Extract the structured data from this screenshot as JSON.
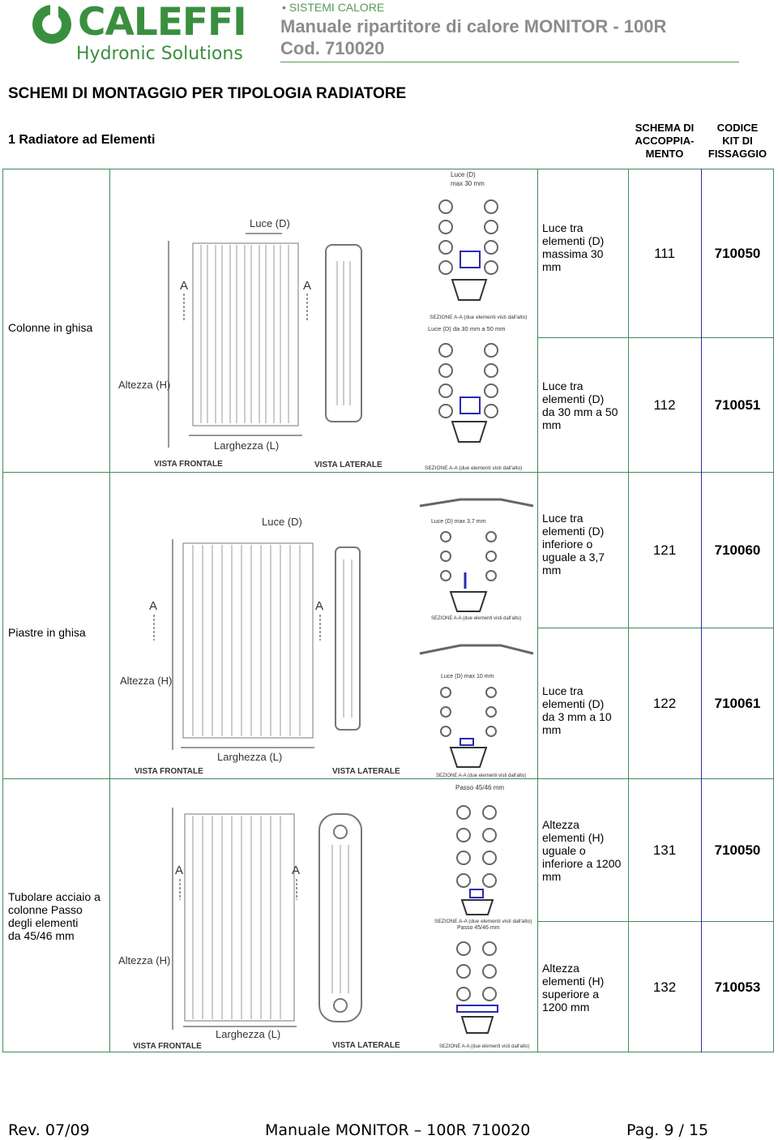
{
  "header": {
    "brand": "CALEFFI",
    "brand_sub": "Hydronic Solutions",
    "section": "• SISTEMI CALORE",
    "title": "Manuale ripartitore di calore MONITOR - 100R",
    "code": "Cod. 710020"
  },
  "page_title": "SCHEMI DI MONTAGGIO PER TIPOLOGIA RADIATORE",
  "section_title": "1  Radiatore ad Elementi",
  "columns": {
    "schema": [
      "SCHEMA DI",
      "ACCOPPIA-",
      "MENTO"
    ],
    "codice": [
      "CODICE",
      "KIT DI",
      "FISSAGGIO"
    ]
  },
  "groups": [
    {
      "label": "Colonne in ghisa"
    },
    {
      "label": "Piastre in ghisa"
    },
    {
      "label": [
        "Tubolare acciaio a",
        "colonne Passo",
        "degli elementi",
        "da 45/46 mm"
      ]
    }
  ],
  "rows": [
    {
      "desc": [
        "Luce tra",
        "elementi (D)",
        "massima 30",
        "mm"
      ],
      "schema": "111",
      "codice": "710050"
    },
    {
      "desc": [
        "Luce tra",
        "elementi (D)",
        "da 30 mm a 50",
        "mm"
      ],
      "schema": "112",
      "codice": "710051"
    },
    {
      "desc": [
        "Luce tra",
        "elementi (D)",
        "inferiore o",
        "uguale a 3,7",
        "mm"
      ],
      "schema": "121",
      "codice": "710060"
    },
    {
      "desc": [
        "Luce tra",
        "elementi (D)",
        "da 3 mm a 10",
        "mm"
      ],
      "schema": "122",
      "codice": "710061"
    },
    {
      "desc": [
        "Altezza",
        "elementi (H)",
        "uguale o",
        "inferiore a 1200",
        "mm"
      ],
      "schema": "131",
      "codice": "710050"
    },
    {
      "desc": [
        "Altezza",
        "elementi (H)",
        "superiore a",
        "1200 mm"
      ],
      "schema": "132",
      "codice": "710053"
    }
  ],
  "drawing_labels": {
    "luce": "Luce (D)",
    "altezza": "Altezza (H)",
    "larghezza": "Larghezza (L)",
    "vista_frontale": "VISTA FRONTALE",
    "vista_laterale": "VISTA LATERALE",
    "section_a": "A",
    "sezione": "SEZIONE A-A  (due elementi visti dall'alto)",
    "luce_max30": "max 30 mm",
    "luce_30_50": "Luce (D) da 30 mm a 50 mm",
    "luce_37": "Luce (D) max 3,7 mm",
    "luce_10": "Luce (D) max 10 mm",
    "passo": "Passo 45/46 mm"
  },
  "footer": {
    "rev": "Rev. 07/09",
    "manual": "Manuale MONITOR – 100R 710020",
    "page": "Pag. 9 / 15"
  }
}
